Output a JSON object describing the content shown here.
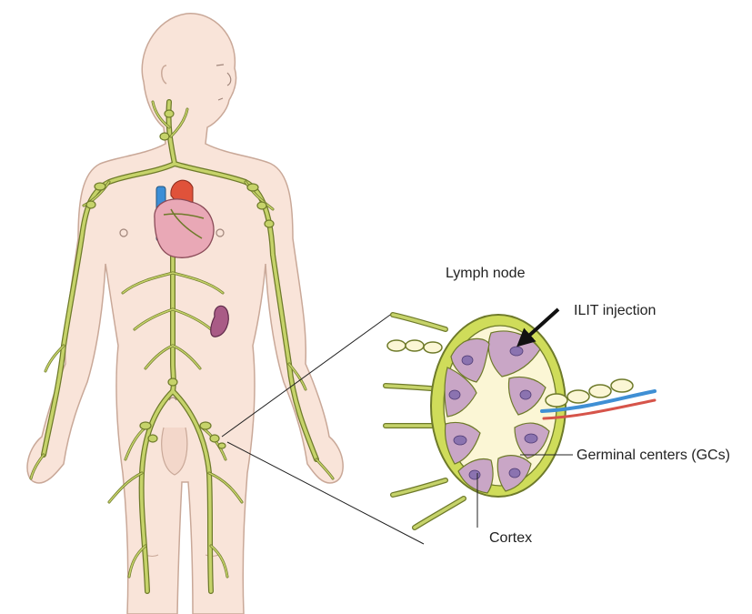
{
  "labels": {
    "lymph_node": "Lymph node",
    "ilit_injection": "ILIT injection",
    "germinal_centers": "Germinal centers (GCs)",
    "cortex": "Cortex"
  },
  "colors": {
    "skin": "#f9e4d9",
    "skin_outline": "#c9a898",
    "lymph_vessel": "#c6d36a",
    "lymph_vessel_outline": "#6e7a2a",
    "node_capsule": "#cfdc5a",
    "node_inner": "#fbf6d5",
    "lobule": "#c9a6c6",
    "germinal_center": "#8b73b0",
    "heart": "#e9a8b6",
    "heart_aorta": "#e0523a",
    "heart_vein": "#3c8ed6",
    "spleen": "#a95b86",
    "artery": "#d6544a",
    "vein": "#3f8fd4",
    "arrow": "#111111"
  },
  "icons": {
    "body": "human-body-figure",
    "heart": "heart-icon",
    "spleen": "spleen-icon",
    "node": "lymph-node-cross-section",
    "arrow": "arrow-icon"
  }
}
